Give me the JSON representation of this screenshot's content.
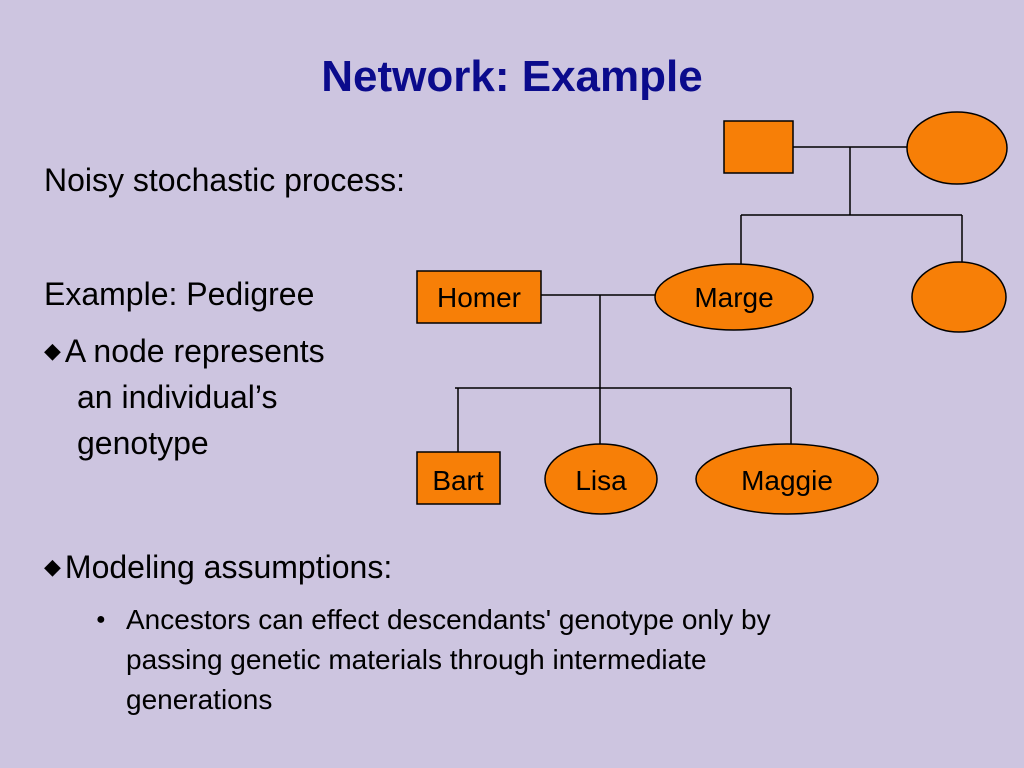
{
  "title": "Network: Example",
  "lines": {
    "noisy": "Noisy stochastic process:",
    "example": "Example: Pedigree",
    "node_bullet": [
      "A node represents",
      "an individual’s",
      "genotype"
    ],
    "modeling": "Modeling assumptions:",
    "ancestors": [
      "Ancestors can effect descendants' genotype only by",
      "passing genetic materials through intermediate",
      "generations"
    ]
  },
  "pedigree": {
    "homer": "Homer",
    "marge": "Marge",
    "bart": "Bart",
    "lisa": "Lisa",
    "maggie": "Maggie"
  },
  "colors": {
    "node_fill": "#f77f07",
    "title": "#0b0b8c",
    "background": "#cdc5e0"
  }
}
